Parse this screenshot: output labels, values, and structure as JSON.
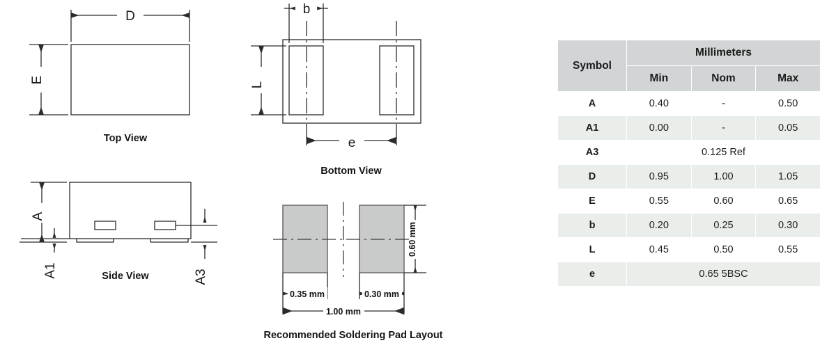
{
  "views": {
    "top": {
      "caption": "Top View",
      "dim_width": "D",
      "dim_height": "E"
    },
    "bottom": {
      "caption": "Bottom View",
      "dim_pad_width": "b",
      "dim_pad_height": "L",
      "dim_pitch": "e"
    },
    "side": {
      "caption": "Side View",
      "dim_body_height": "A",
      "dim_standoff": "A1",
      "dim_terminal": "A3"
    },
    "pad_layout": {
      "caption": "Recommended Soldering Pad Layout",
      "dim_pad_width": "0.35 mm",
      "dim_gap": "0.30 mm",
      "dim_total_width": "1.00 mm",
      "dim_pad_height": "0.60 mm"
    }
  },
  "table": {
    "symbol_header": "Symbol",
    "units_header": "Millimeters",
    "columns": [
      "Min",
      "Nom",
      "Max"
    ],
    "rows": [
      {
        "symbol": "A",
        "span": false,
        "min": "0.40",
        "nom": "-",
        "max": "0.50"
      },
      {
        "symbol": "A1",
        "span": false,
        "min": "0.00",
        "nom": "-",
        "max": "0.05"
      },
      {
        "symbol": "A3",
        "span": true,
        "value": "0.125 Ref"
      },
      {
        "symbol": "D",
        "span": false,
        "min": "0.95",
        "nom": "1.00",
        "max": "1.05"
      },
      {
        "symbol": "E",
        "span": false,
        "min": "0.55",
        "nom": "0.60",
        "max": "0.65"
      },
      {
        "symbol": "b",
        "span": false,
        "min": "0.20",
        "nom": "0.25",
        "max": "0.30"
      },
      {
        "symbol": "L",
        "span": false,
        "min": "0.45",
        "nom": "0.50",
        "max": "0.55"
      },
      {
        "symbol": "e",
        "span": true,
        "value": "0.65 5BSC"
      }
    ]
  },
  "colors": {
    "line": "#2b2b2b",
    "pad_fill": "#c9cbcb",
    "pad_stroke": "#6e7172",
    "table_header_bg": "#d2d5d6",
    "table_row_alt_bg": "#e9eeea",
    "table_row_bg": "#ffffff"
  }
}
